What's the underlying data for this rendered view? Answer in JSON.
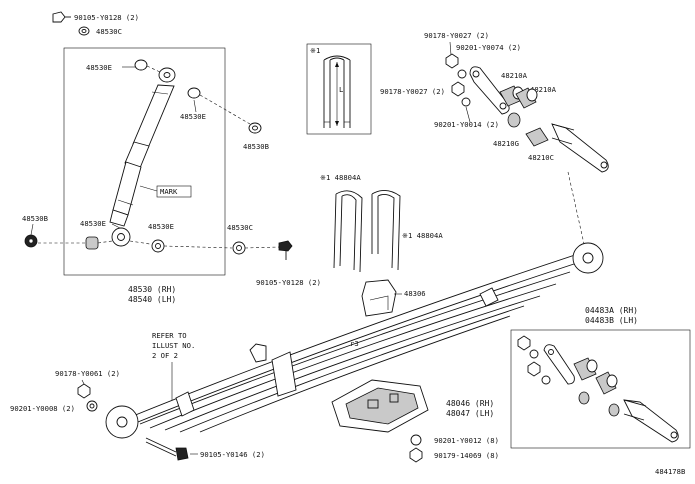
{
  "labels": {
    "p90105_y0128_top": "90105-Y0128 (2)",
    "p48530c_top": "48530C",
    "p48530e_a": "48530E",
    "p48530e_b": "48530E",
    "p48530b_right": "48530B",
    "p48530b_left": "48530B",
    "p48530e_c": "48530E",
    "p48530e_d": "48530E",
    "p48530c_right": "48530C",
    "mark": "MARK",
    "p48530_rh": "48530 (RH)",
    "p48540_lh": "48540 (LH)",
    "p90105_y0128_mid": "90105-Y0128 (2)",
    "note_marker": "※1",
    "dim_l": "L",
    "p48804a": "※1 48804A",
    "p48804a_b": "※1 48804A",
    "p48306": "48306",
    "p90178_y0027_top": "90178-Y0027 (2)",
    "p90201_y0074": "90201-Y0074 (2)",
    "p48210a_1": "48210A",
    "p48210a_2": "48210A",
    "p90178_y0027_left": "90178-Y0027 (2)",
    "p90201_y0014": "90201-Y0014 (2)",
    "p48210g": "48210G",
    "p48210c": "48210C",
    "refer_1": "REFER TO",
    "refer_2": "ILLUST NO.",
    "refer_3": "2 OF 2",
    "p90178_y0061": "90178-Y0061 (2)",
    "p90201_y0008": "90201-Y0008 (2)",
    "p90105_y0146": "90105-Y0146 (2)",
    "p48046_rh": "48046 (RH)",
    "p48047_lh": "48047 (LH)",
    "p90201_y0012": "90201-Y0012 (8)",
    "p90179_14069": "90179-14069 (8)",
    "p04483a_rh": "04483A (RH)",
    "p04483b_lh": "04483B (LH)",
    "illus_no": "484178B"
  }
}
